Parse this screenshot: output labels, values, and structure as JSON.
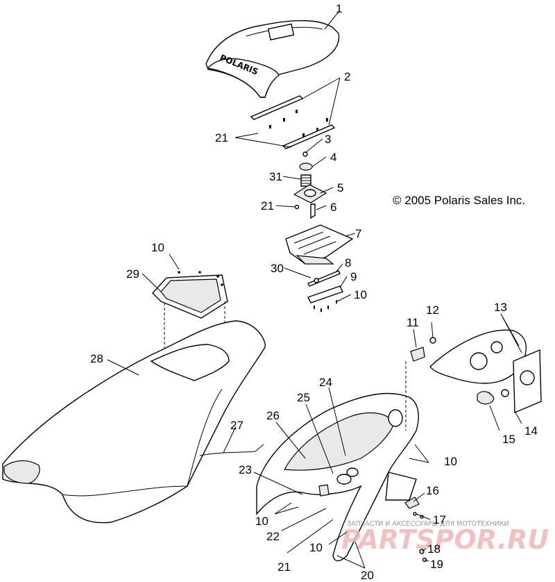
{
  "copyright": "© 2005 Polaris Sales Inc.",
  "brand_text": "POLARIS",
  "watermark": {
    "small": "ЗАПЧАСТИ И АКСЕССУАРЫ ДЛЯ МОТОТЕХНИКИ",
    "large": "PARTSPOR.RU"
  },
  "callouts": {
    "c1": "1",
    "c2": "2",
    "c3": "3",
    "c4": "4",
    "c5": "5",
    "c6": "6",
    "c7": "7",
    "c8": "8",
    "c9": "9",
    "c10a": "10",
    "c10b": "10",
    "c10c": "10",
    "c10d": "10",
    "c10e": "10",
    "c11": "11",
    "c12": "12",
    "c13": "13",
    "c14": "14",
    "c15": "15",
    "c16": "16",
    "c17": "17",
    "c18": "18",
    "c19": "19",
    "c20": "20",
    "c21a": "21",
    "c21b": "21",
    "c21c": "21",
    "c22": "22",
    "c23": "23",
    "c24": "24",
    "c25": "25",
    "c26": "26",
    "c27": "27",
    "c28": "28",
    "c29": "29",
    "c30": "30",
    "c31": "31"
  }
}
